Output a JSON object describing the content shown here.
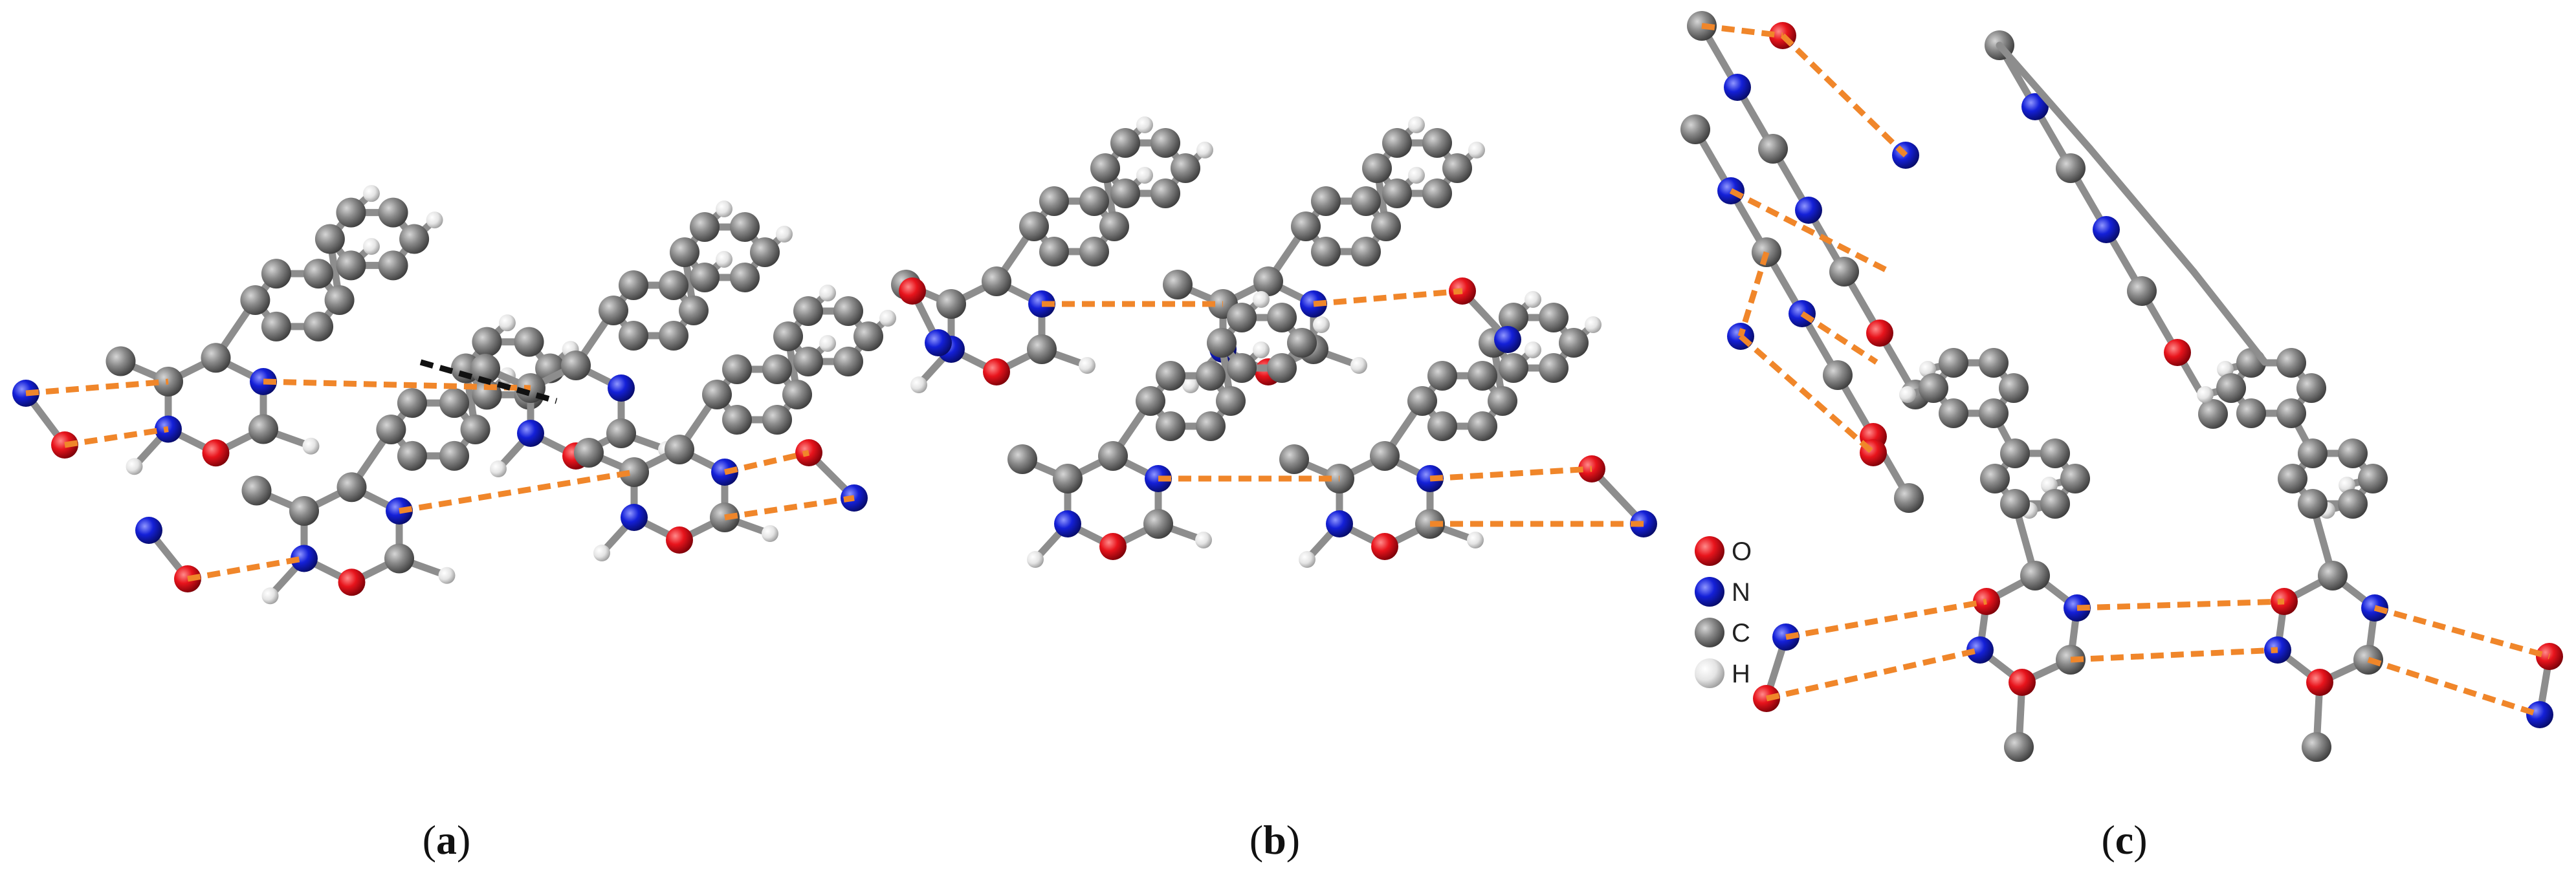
{
  "colors": {
    "O": "#e8141c",
    "N": "#1420d8",
    "C": "#8a8a8a",
    "H": "#e4e4e4",
    "bond": "#8d8d8d",
    "hbond": "#f0862a",
    "contact": "#111111"
  },
  "legend": [
    {
      "element": "O",
      "label": "O"
    },
    {
      "element": "N",
      "label": "N"
    },
    {
      "element": "C",
      "label": "C"
    },
    {
      "element": "H",
      "label": "H"
    }
  ],
  "panels": [
    {
      "id": "a",
      "label_open": "(",
      "label_letter": "a",
      "label_close": ")"
    },
    {
      "id": "b",
      "label_open": "(",
      "label_letter": "b",
      "label_close": ")"
    },
    {
      "id": "c",
      "label_open": "(",
      "label_letter": "c",
      "label_close": ")"
    }
  ]
}
